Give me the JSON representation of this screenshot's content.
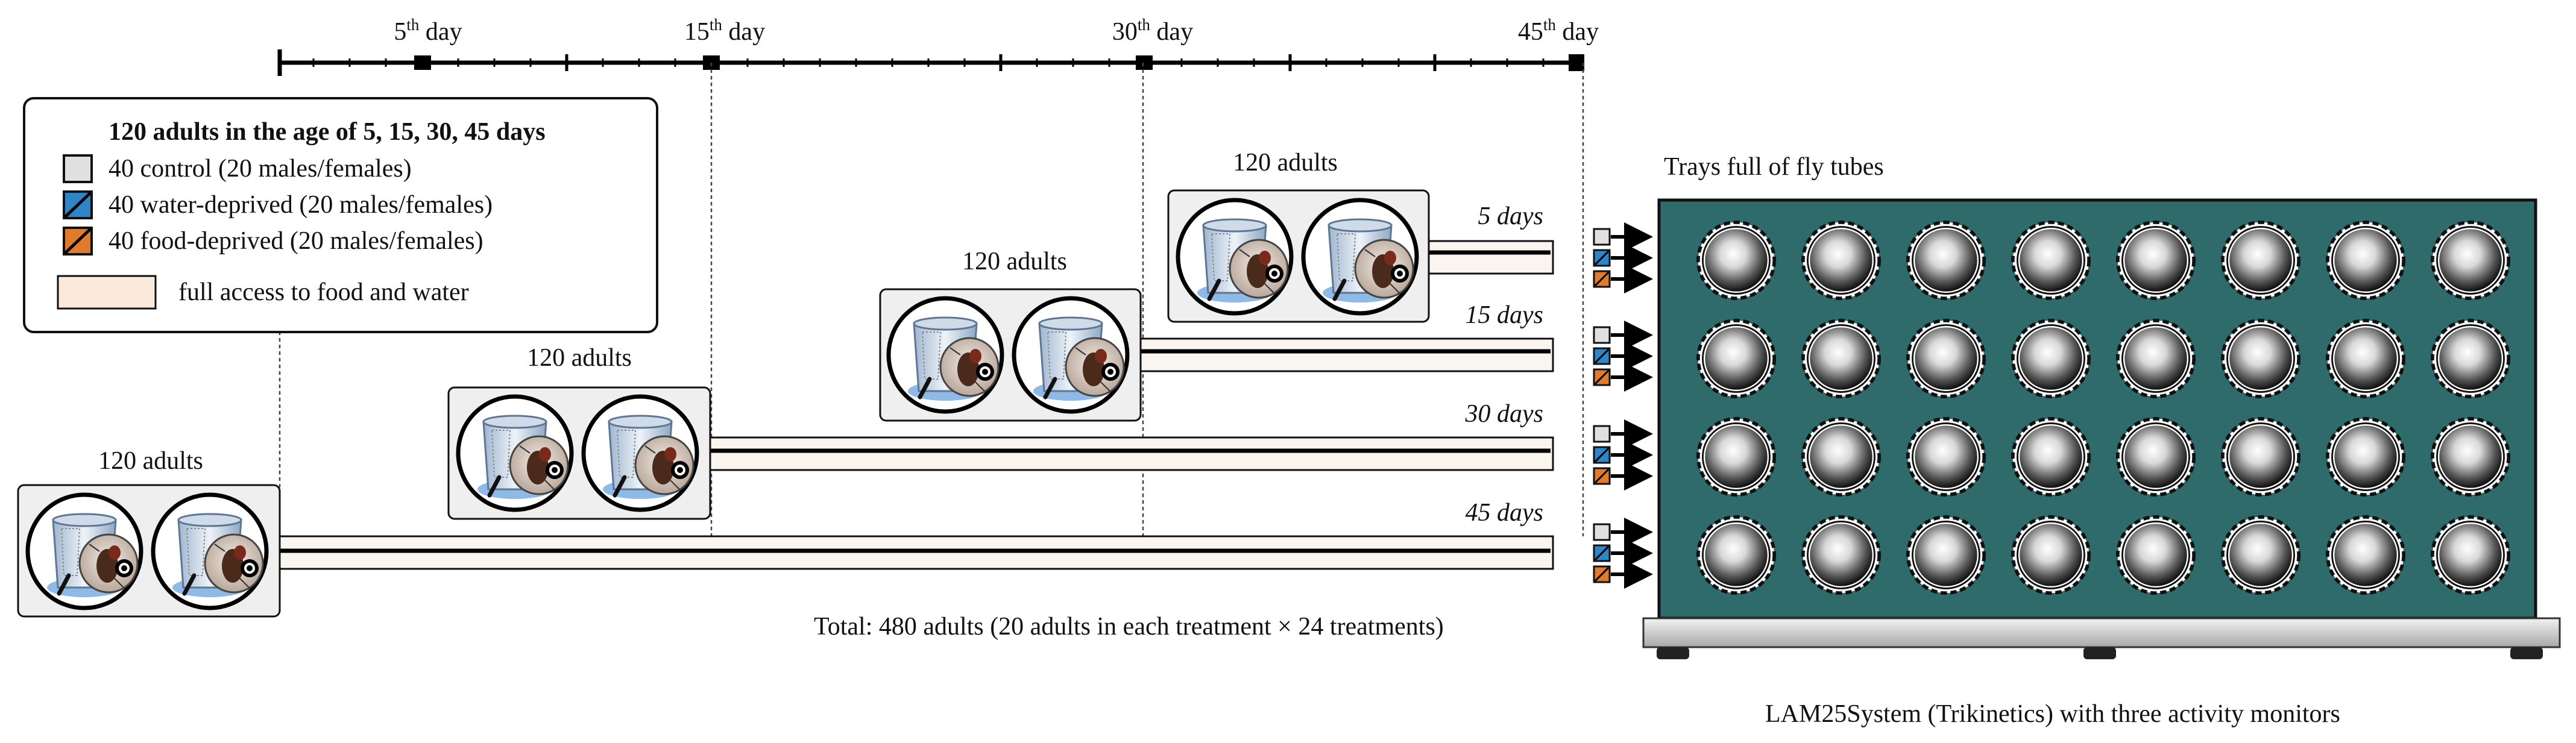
{
  "timeline": {
    "ticks": [
      {
        "num": "5",
        "sup": "th",
        "word": "day"
      },
      {
        "num": "15",
        "sup": "th",
        "word": "day"
      },
      {
        "num": "30",
        "sup": "th",
        "word": "day"
      },
      {
        "num": "45",
        "sup": "th",
        "word": "day"
      }
    ]
  },
  "legend": {
    "title": "120 adults in the age of 5, 15, 30, 45 days",
    "items": [
      {
        "label": "40 control (20 males/females)",
        "color": "#e0e0e0",
        "slash": false
      },
      {
        "label": "40 water-deprived (20 males/females)",
        "color": "#2e86c8",
        "slash": true
      },
      {
        "label": "40 food-deprived (20 males/females)",
        "color": "#e07a2c",
        "slash": true
      }
    ],
    "access_label": "full access to food and water",
    "access_color": "#fbe9dc"
  },
  "cohorts": [
    {
      "label": "120 adults",
      "duration": "5 days"
    },
    {
      "label": "120 adults",
      "duration": "15 days"
    },
    {
      "label": "120 adults",
      "duration": "30 days"
    },
    {
      "label": "120 adults",
      "duration": "45 days"
    }
  ],
  "total_text": "Total: 480 adults (20 adults in each treatment × 24 treatments)",
  "tray": {
    "title": "Trays full of fly tubes",
    "caption": "LAM25System (Trikinetics) with three activity monitors",
    "color": "#2f6b6b",
    "rows": 4,
    "cols": 8
  }
}
